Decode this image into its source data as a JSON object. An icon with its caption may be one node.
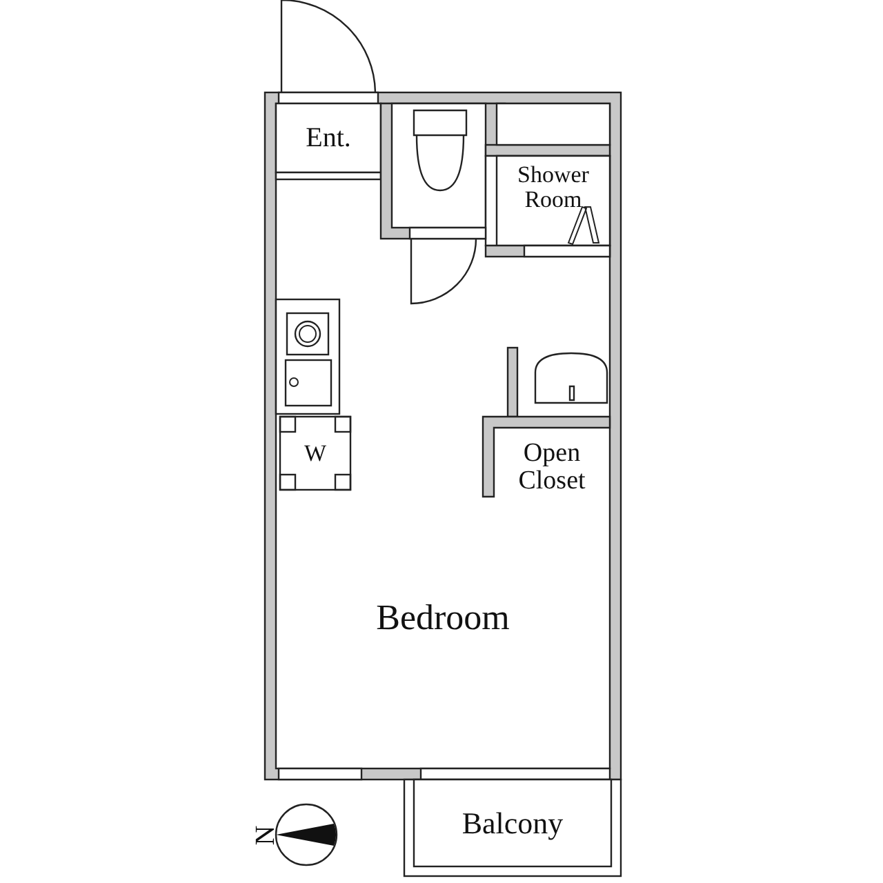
{
  "diagram": {
    "nodes": [
      {
        "text": [
          "Ent."
        ]
      },
      {
        "text": [
          "Shower Room"
        ]
      },
      {
        "text": [
          "W"
        ]
      },
      {
        "text": [
          "Open Closet"
        ]
      },
      {
        "text": [
          "Bedroom"
        ]
      },
      {
        "text": [
          "Balcony"
        ]
      }
    ],
    "labels": [
      "N"
    ]
  }
}
